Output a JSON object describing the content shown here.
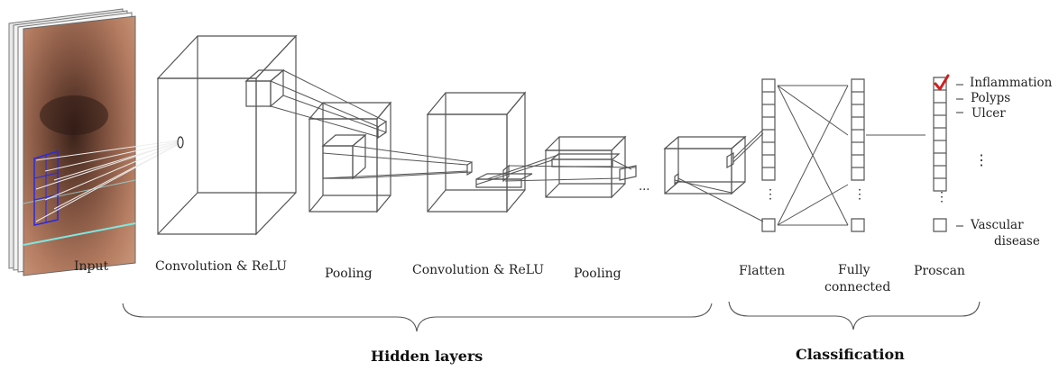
{
  "layers": {
    "input": "Input",
    "conv1": "Convolution & ReLU",
    "pool1": "Pooling",
    "conv2": "Convolution & ReLU",
    "pool2": "Pooling",
    "flatten": "Flatten",
    "fully_connected_line1": "Fully",
    "fully_connected_line2": "connected",
    "proscan": "Proscan"
  },
  "groups": {
    "hidden": "Hidden layers",
    "classification": "Classification"
  },
  "classes": {
    "c1": "Inflammation",
    "c2": "Polyps",
    "c3": "Ulcer",
    "vascular_line1": "Vascular",
    "vascular_line2": "disease"
  },
  "ellipsis": "...",
  "vdots": "⋮",
  "colors": {
    "line": "#555555",
    "check": "#cc2222",
    "grid_blue": "#2a2ae0",
    "scan_cyan": "#7fe6e0",
    "image_dark": "#6b4a3a",
    "image_light": "#c98f70"
  }
}
